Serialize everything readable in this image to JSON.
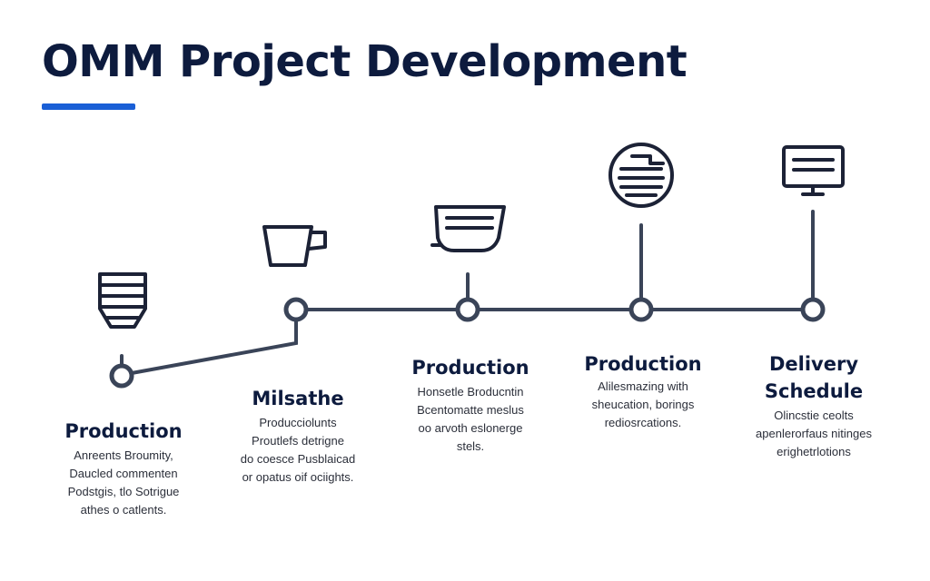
{
  "title": "OMM Project Development",
  "colors": {
    "accent": "#1a5fd6",
    "line": "#3a4458",
    "icon": "#1c2236",
    "title": "#0d1b3e"
  },
  "milestones": [
    {
      "icon": "striped-shield-icon",
      "title": "Production",
      "text": "Anreents Broumity,\nDaucled commenten\nPodstgis, tlo Sotrigue\nathes o catlents."
    },
    {
      "icon": "cup-icon",
      "title": "Milsathe",
      "text": "Producciolunts\nProutlefs detrigne\ndo coesce Pusblaicad\nor opatus oif ociights."
    },
    {
      "icon": "tray-icon",
      "title": "Production",
      "text": "Honsetle Broducntin\nBcentomatte meslus\noo arvoth eslonerge\nstels."
    },
    {
      "icon": "circle-document-icon",
      "title": "Production",
      "text": "Alilesmazing with\nsheucation, borings\nrediosrcations."
    },
    {
      "icon": "monitor-icon",
      "title": "Delivery\nSchedule",
      "text": "Olincstie ceolts\napenlerorfaus nitinges\nerighetrlotions"
    }
  ]
}
